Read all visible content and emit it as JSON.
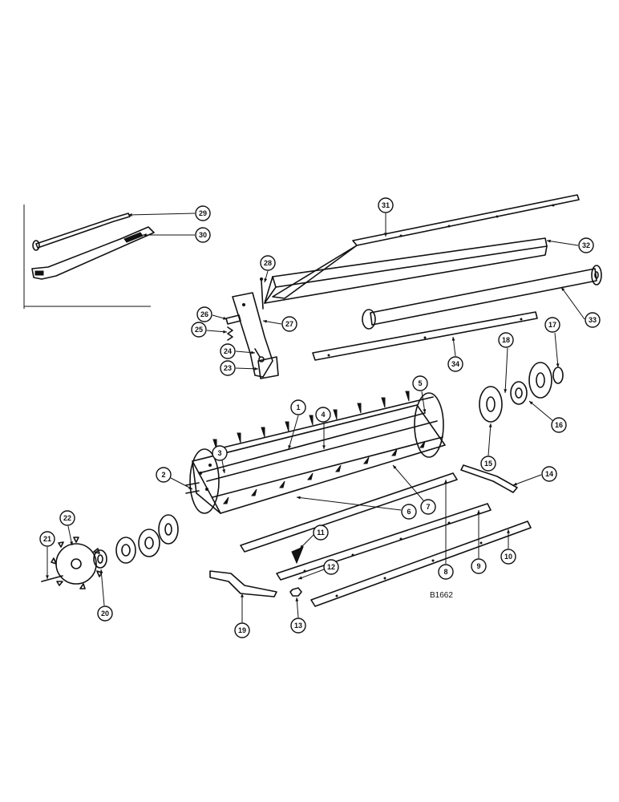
{
  "drawing_code": "B1662",
  "callouts": [
    {
      "number": "1"
    },
    {
      "number": "2"
    },
    {
      "number": "3"
    },
    {
      "number": "4"
    },
    {
      "number": "5"
    },
    {
      "number": "6"
    },
    {
      "number": "7"
    },
    {
      "number": "8"
    },
    {
      "number": "9"
    },
    {
      "number": "10"
    },
    {
      "number": "11"
    },
    {
      "number": "12"
    },
    {
      "number": "13"
    },
    {
      "number": "14"
    },
    {
      "number": "15"
    },
    {
      "number": "16"
    },
    {
      "number": "17"
    },
    {
      "number": "18"
    },
    {
      "number": "19"
    },
    {
      "number": "20"
    },
    {
      "number": "21"
    },
    {
      "number": "22"
    },
    {
      "number": "23"
    },
    {
      "number": "24"
    },
    {
      "number": "25"
    },
    {
      "number": "26"
    },
    {
      "number": "27"
    },
    {
      "number": "28"
    },
    {
      "number": "29"
    },
    {
      "number": "30"
    },
    {
      "number": "31"
    },
    {
      "number": "32"
    },
    {
      "number": "33"
    },
    {
      "number": "34"
    }
  ]
}
